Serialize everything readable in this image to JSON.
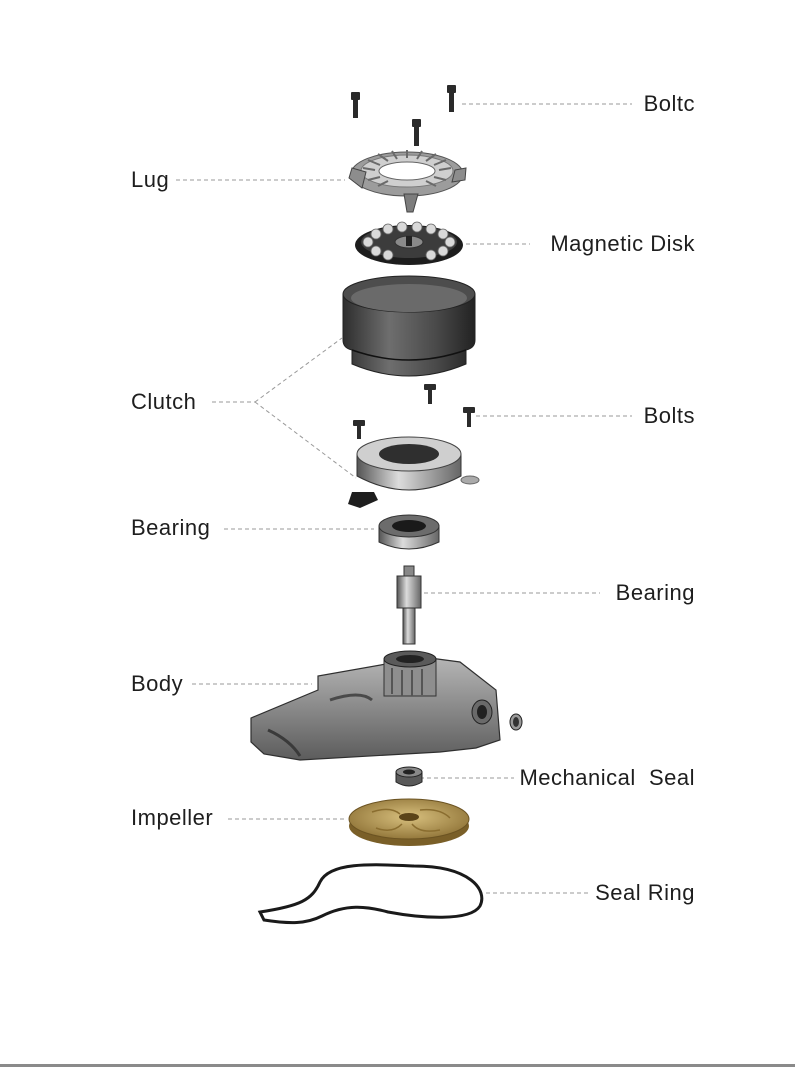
{
  "labels": {
    "boltc": "Boltc",
    "lug": "Lug",
    "magnetic_disk": "Magnetic Disk",
    "clutch": "Clutch",
    "bolts": "Bolts",
    "bearing_left": "Bearing",
    "bearing_right": "Bearing",
    "body": "Body",
    "mechanical_seal": "Mechanical  Seal",
    "impeller": "Impeller",
    "seal_ring": "Seal Ring"
  },
  "colors": {
    "metal_dark": "#3a3a3a",
    "metal_mid": "#7a7a7a",
    "metal_light": "#c8c8c8",
    "impeller_gold": "#b89a55",
    "leader": "#9a9a9a"
  }
}
